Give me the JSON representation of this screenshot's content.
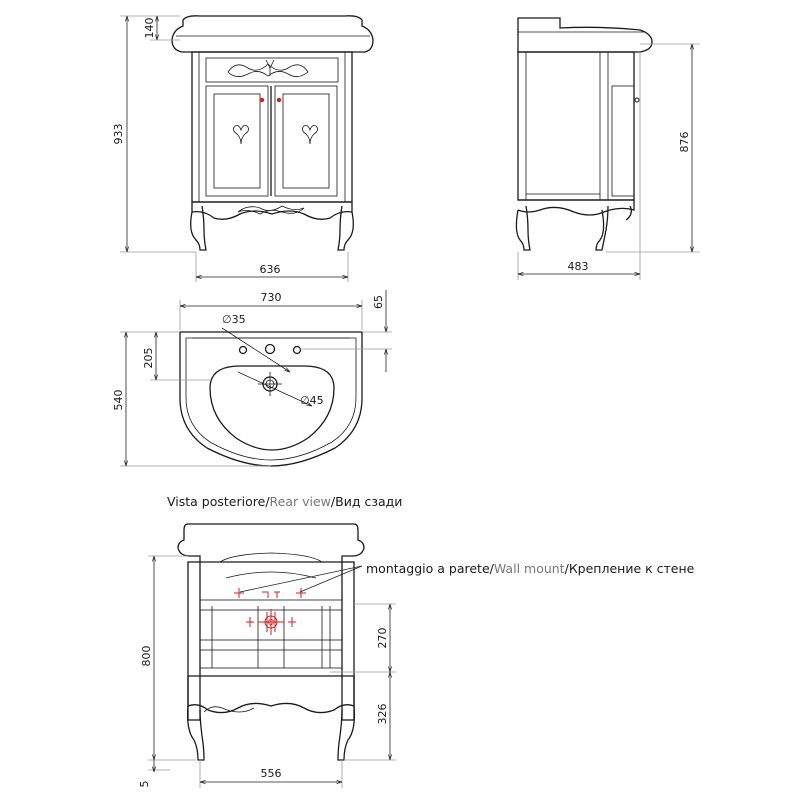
{
  "dimensions": {
    "front_top_height": "140",
    "front_total_height": "933",
    "front_width": "636",
    "side_height": "876",
    "side_depth": "483",
    "basin_width": "730",
    "basin_rim": "65",
    "basin_hole_offset": "205",
    "basin_depth": "540",
    "tap_hole": "∅35",
    "drain_hole": "∅45",
    "rear_height": "800",
    "rear_mount_upper": "270",
    "rear_mount_lower": "326",
    "rear_floor_gap": "5",
    "rear_width": "556"
  },
  "captions": {
    "rear_view": {
      "it": "Vista posteriore",
      "sep1": "/",
      "en": "Rear view",
      "sep2": "/",
      "ru": "Вид сзади"
    },
    "wall_mount": {
      "it": "montaggio a parete",
      "sep1": "/",
      "en": "Wall mount",
      "sep2": "/",
      "ru": "Крепление к стене"
    }
  },
  "colors": {
    "line": "#1a1a1a",
    "mount_marks": "#d21f1f",
    "english_text": "#777777"
  }
}
